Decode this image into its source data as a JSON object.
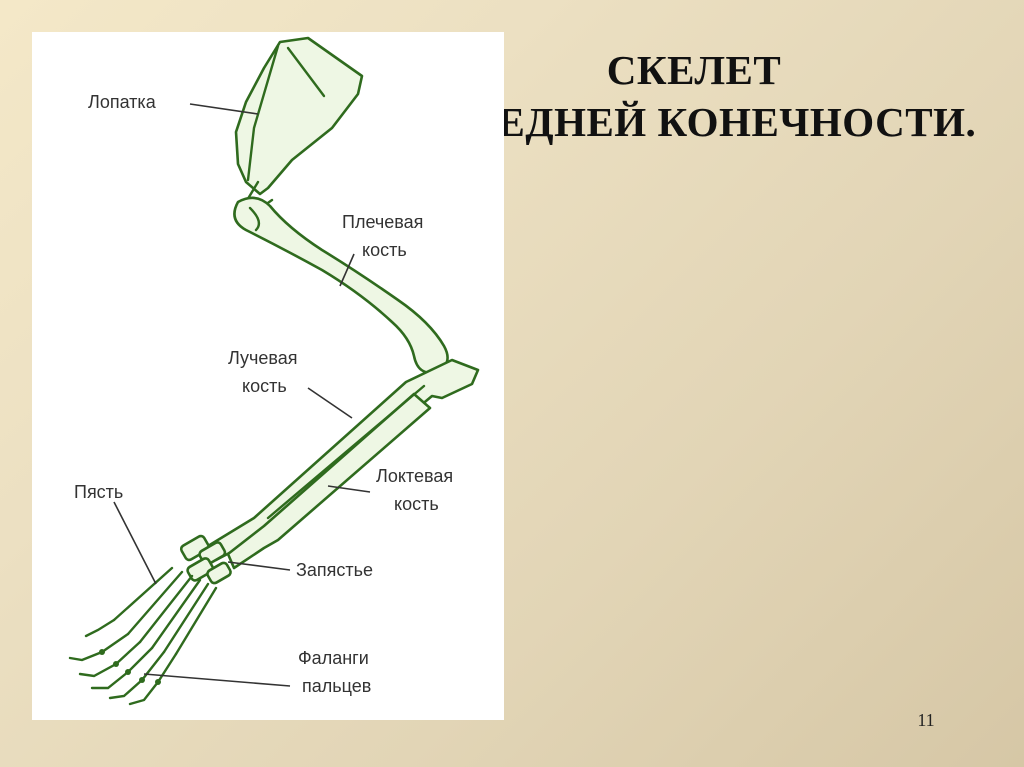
{
  "title": {
    "line1": "СКЕЛЕТ",
    "line2": "ПЕРЕДНЕЙ КОНЕЧНОСТИ."
  },
  "diagram": {
    "labels": {
      "scapula": "Лопатка",
      "humerus_1": "Плечевая",
      "humerus_2": "кость",
      "radius_1": "Лучевая",
      "radius_2": "кость",
      "ulna_1": "Локтевая",
      "ulna_2": "кость",
      "metacarpus": "Пясть",
      "carpus": "Запястье",
      "phalanges_1": "Фаланги",
      "phalanges_2": "пальцев"
    },
    "colors": {
      "bone_outline": "#2f6b1e",
      "bone_fill": "#eef7e4",
      "label_text": "#333333"
    }
  },
  "page_number": "11"
}
